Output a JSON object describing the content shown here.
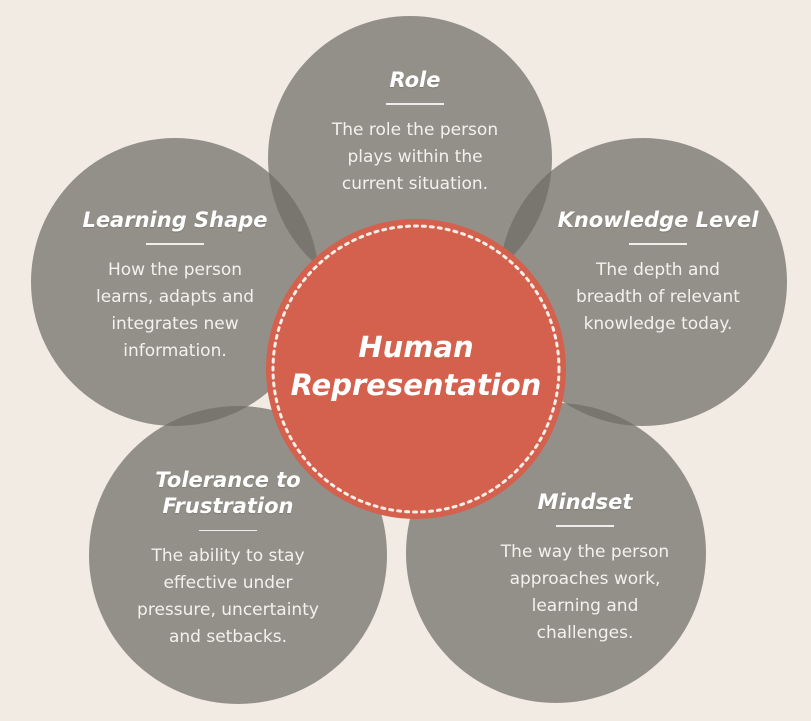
{
  "center": {
    "title_line1": "Human",
    "title_line2": "Representation"
  },
  "petals": [
    {
      "id": "role",
      "title": "Role",
      "desc_lines": [
        "The role the person",
        "plays within the",
        "current situation."
      ]
    },
    {
      "id": "knowledge",
      "title": "Knowledge Level",
      "desc_lines": [
        "The depth and",
        "breadth of relevant",
        "knowledge today."
      ]
    },
    {
      "id": "mindset",
      "title": "Mindset",
      "desc_lines": [
        "The way the person",
        "approaches work,",
        "learning and",
        "challenges."
      ]
    },
    {
      "id": "tolerance",
      "title_lines": [
        "Tolerance to",
        "Frustration"
      ],
      "desc_lines": [
        "The ability to stay",
        "effective under",
        "pressure, uncertainty",
        "and setbacks."
      ]
    },
    {
      "id": "learning",
      "title": "Learning Shape",
      "desc_lines": [
        "How the person",
        "learns, adapts and",
        "integrates new",
        "information."
      ]
    }
  ],
  "colors": {
    "background": "#f1ebe3",
    "petal": "#6f6c66",
    "center": "#d4604e",
    "text": "#ffffff"
  }
}
